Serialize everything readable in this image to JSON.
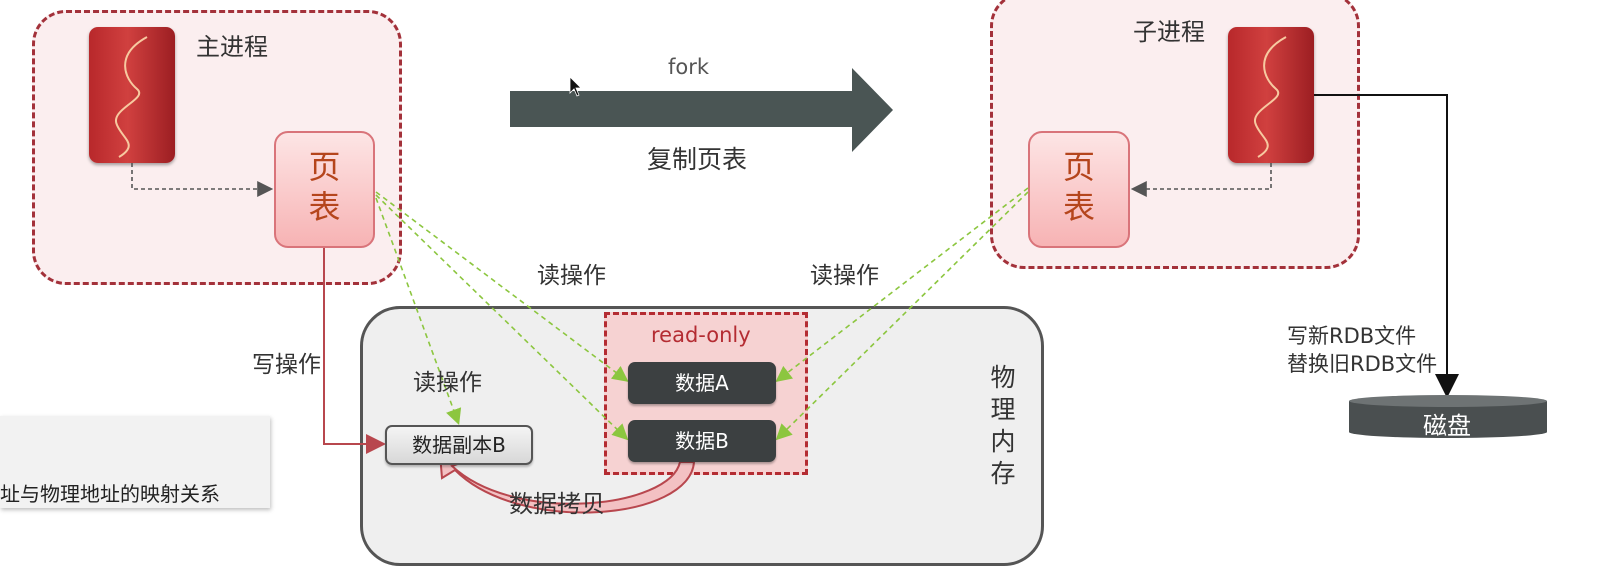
{
  "main_process": {
    "title": "主进程"
  },
  "child_process": {
    "title": "子进程"
  },
  "page_table": {
    "char1": "页",
    "char2": "表"
  },
  "fork": {
    "label": "fork",
    "caption": "复制页表"
  },
  "operations": {
    "read": "读操作",
    "write": "写操作"
  },
  "memory": {
    "readonly_label": "read-only",
    "data_a": "数据A",
    "data_b": "数据B",
    "data_copy_b": "数据副本B",
    "copy_label": "数据拷贝",
    "label_chars": [
      "物",
      "理",
      "内",
      "存"
    ]
  },
  "disk": {
    "label": "磁盘",
    "write_new": "写新RDB文件",
    "replace_old": "替换旧RDB文件"
  },
  "note": {
    "text": "址与物理地址的映射关系"
  },
  "colors": {
    "process_border": "#a3313a",
    "process_fill": "#fbeeef",
    "fork_arrow": "#4a5554",
    "dashed_arrow": "#8cc63f",
    "write_arrow": "#b8474e",
    "data_pill": "#3c4041"
  }
}
